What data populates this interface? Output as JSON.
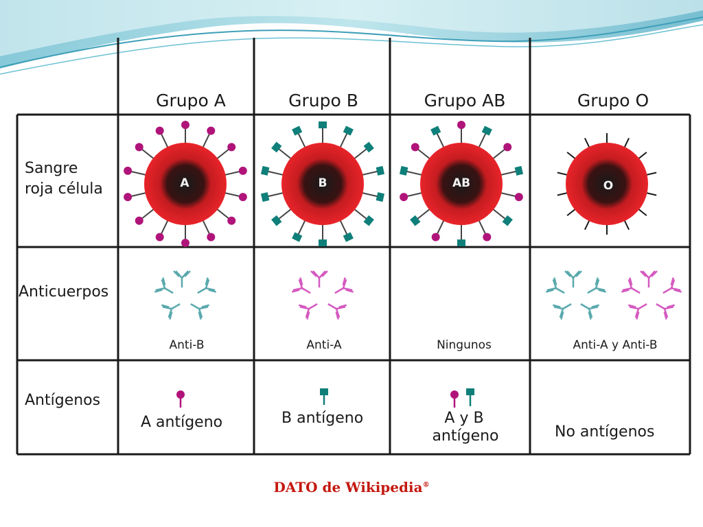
{
  "table": {
    "columns": [
      "Grupo A",
      "Grupo B",
      "Grupo AB",
      "Grupo O"
    ],
    "rows": {
      "rbc": {
        "label_line1": "Sangre",
        "label_line2": "roja célula",
        "cells": [
          "A",
          "B",
          "AB",
          "O"
        ]
      },
      "antibodies": {
        "label": "Anticuerpos",
        "cells": [
          "Anti-B",
          "Anti-A",
          "Ningunos",
          "Anti-A y Anti-B"
        ]
      },
      "antigens": {
        "label": "Antígenos",
        "cells": [
          {
            "line1": "A antígeno",
            "line2": ""
          },
          {
            "line1": "B antígeno",
            "line2": ""
          },
          {
            "line1": "A y B",
            "line2": "antígeno"
          },
          {
            "line1": "",
            "line2": "No antígenos"
          }
        ]
      }
    }
  },
  "credit": {
    "text": "DATO de Wikipedia",
    "mark": "®"
  },
  "colors": {
    "antigen_a": "#b0147a",
    "antigen_b": "#0f7f7a",
    "cell_red": "#e32026",
    "antibody_teal": "#5aa9ad",
    "antibody_pink": "#d45ac0",
    "wave": "#7ec8d8"
  }
}
